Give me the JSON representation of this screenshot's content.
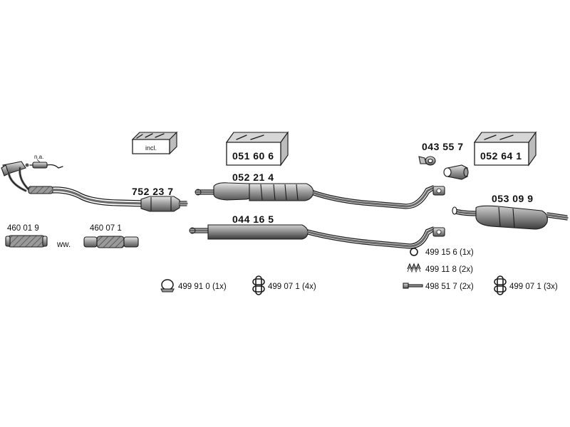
{
  "parts": {
    "front_pipe_na": "n.a.",
    "catalyst": "752 23 7",
    "incl": "incl.",
    "kit_center": "051 60 6",
    "middle_silencer_a": "052 21 4",
    "middle_silencer_b": "044 16 5",
    "flex_1": "460 01 9",
    "ww": "ww.",
    "flex_2": "460 07 1",
    "clamp_kit": "043 55 7",
    "kit_rear": "052 64 1",
    "rear_silencer": "053 09 9"
  },
  "accessories": {
    "ring": "499 15 6 (1x)",
    "spring": "499 11 8 (2x)",
    "bolt": "498 51 7 (2x)",
    "clamp": "499 91 0 (1x)",
    "rubber_left": "499 07 1 (4x)",
    "rubber_right": "499 07 1 (3x)"
  }
}
